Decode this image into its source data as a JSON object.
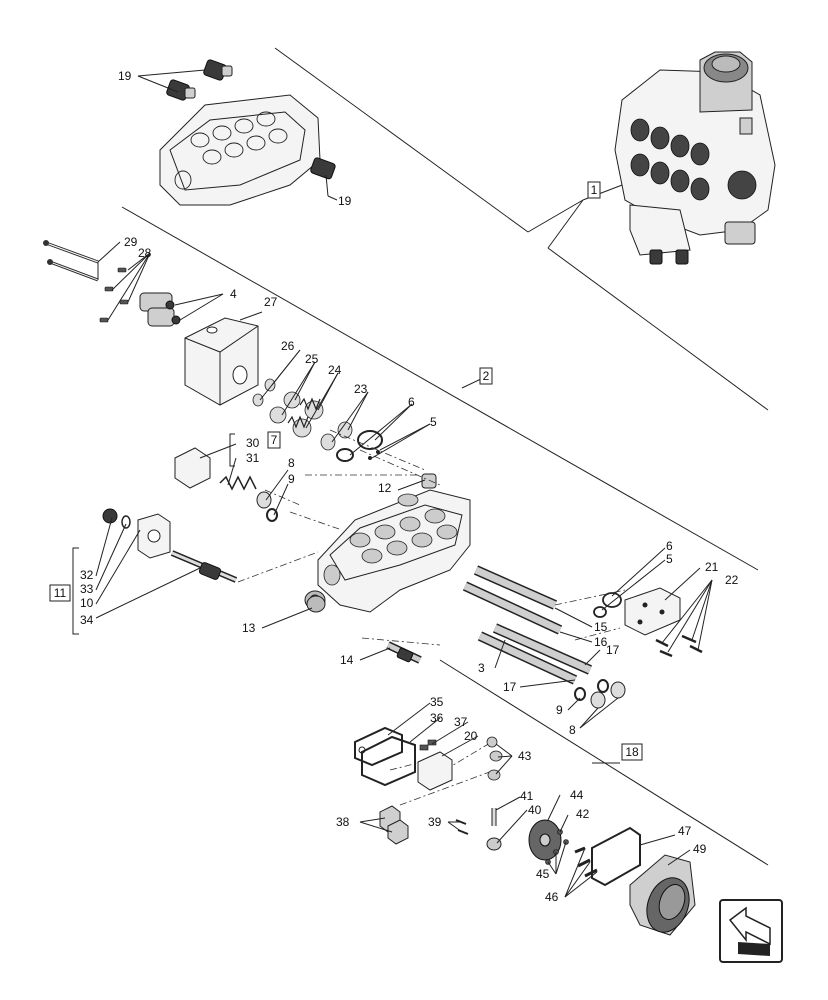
{
  "callouts": [
    "1",
    "2",
    "3",
    "4",
    "5",
    "5",
    "6",
    "6",
    "7",
    "8",
    "8",
    "9",
    "9",
    "10",
    "11",
    "12",
    "13",
    "14",
    "15",
    "16",
    "17",
    "17",
    "18",
    "19",
    "19",
    "20",
    "21",
    "22",
    "23",
    "24",
    "25",
    "26",
    "27",
    "28",
    "29",
    "30",
    "31",
    "32",
    "33",
    "34",
    "35",
    "36",
    "37",
    "38",
    "39",
    "40",
    "41",
    "42",
    "43",
    "44",
    "45",
    "46",
    "47",
    "49"
  ],
  "boxed_labels": {
    "b1": "1",
    "b2": "2",
    "b7": "7",
    "b11": "11",
    "b18": "18"
  },
  "nav_icon": "next-arrow-icon"
}
